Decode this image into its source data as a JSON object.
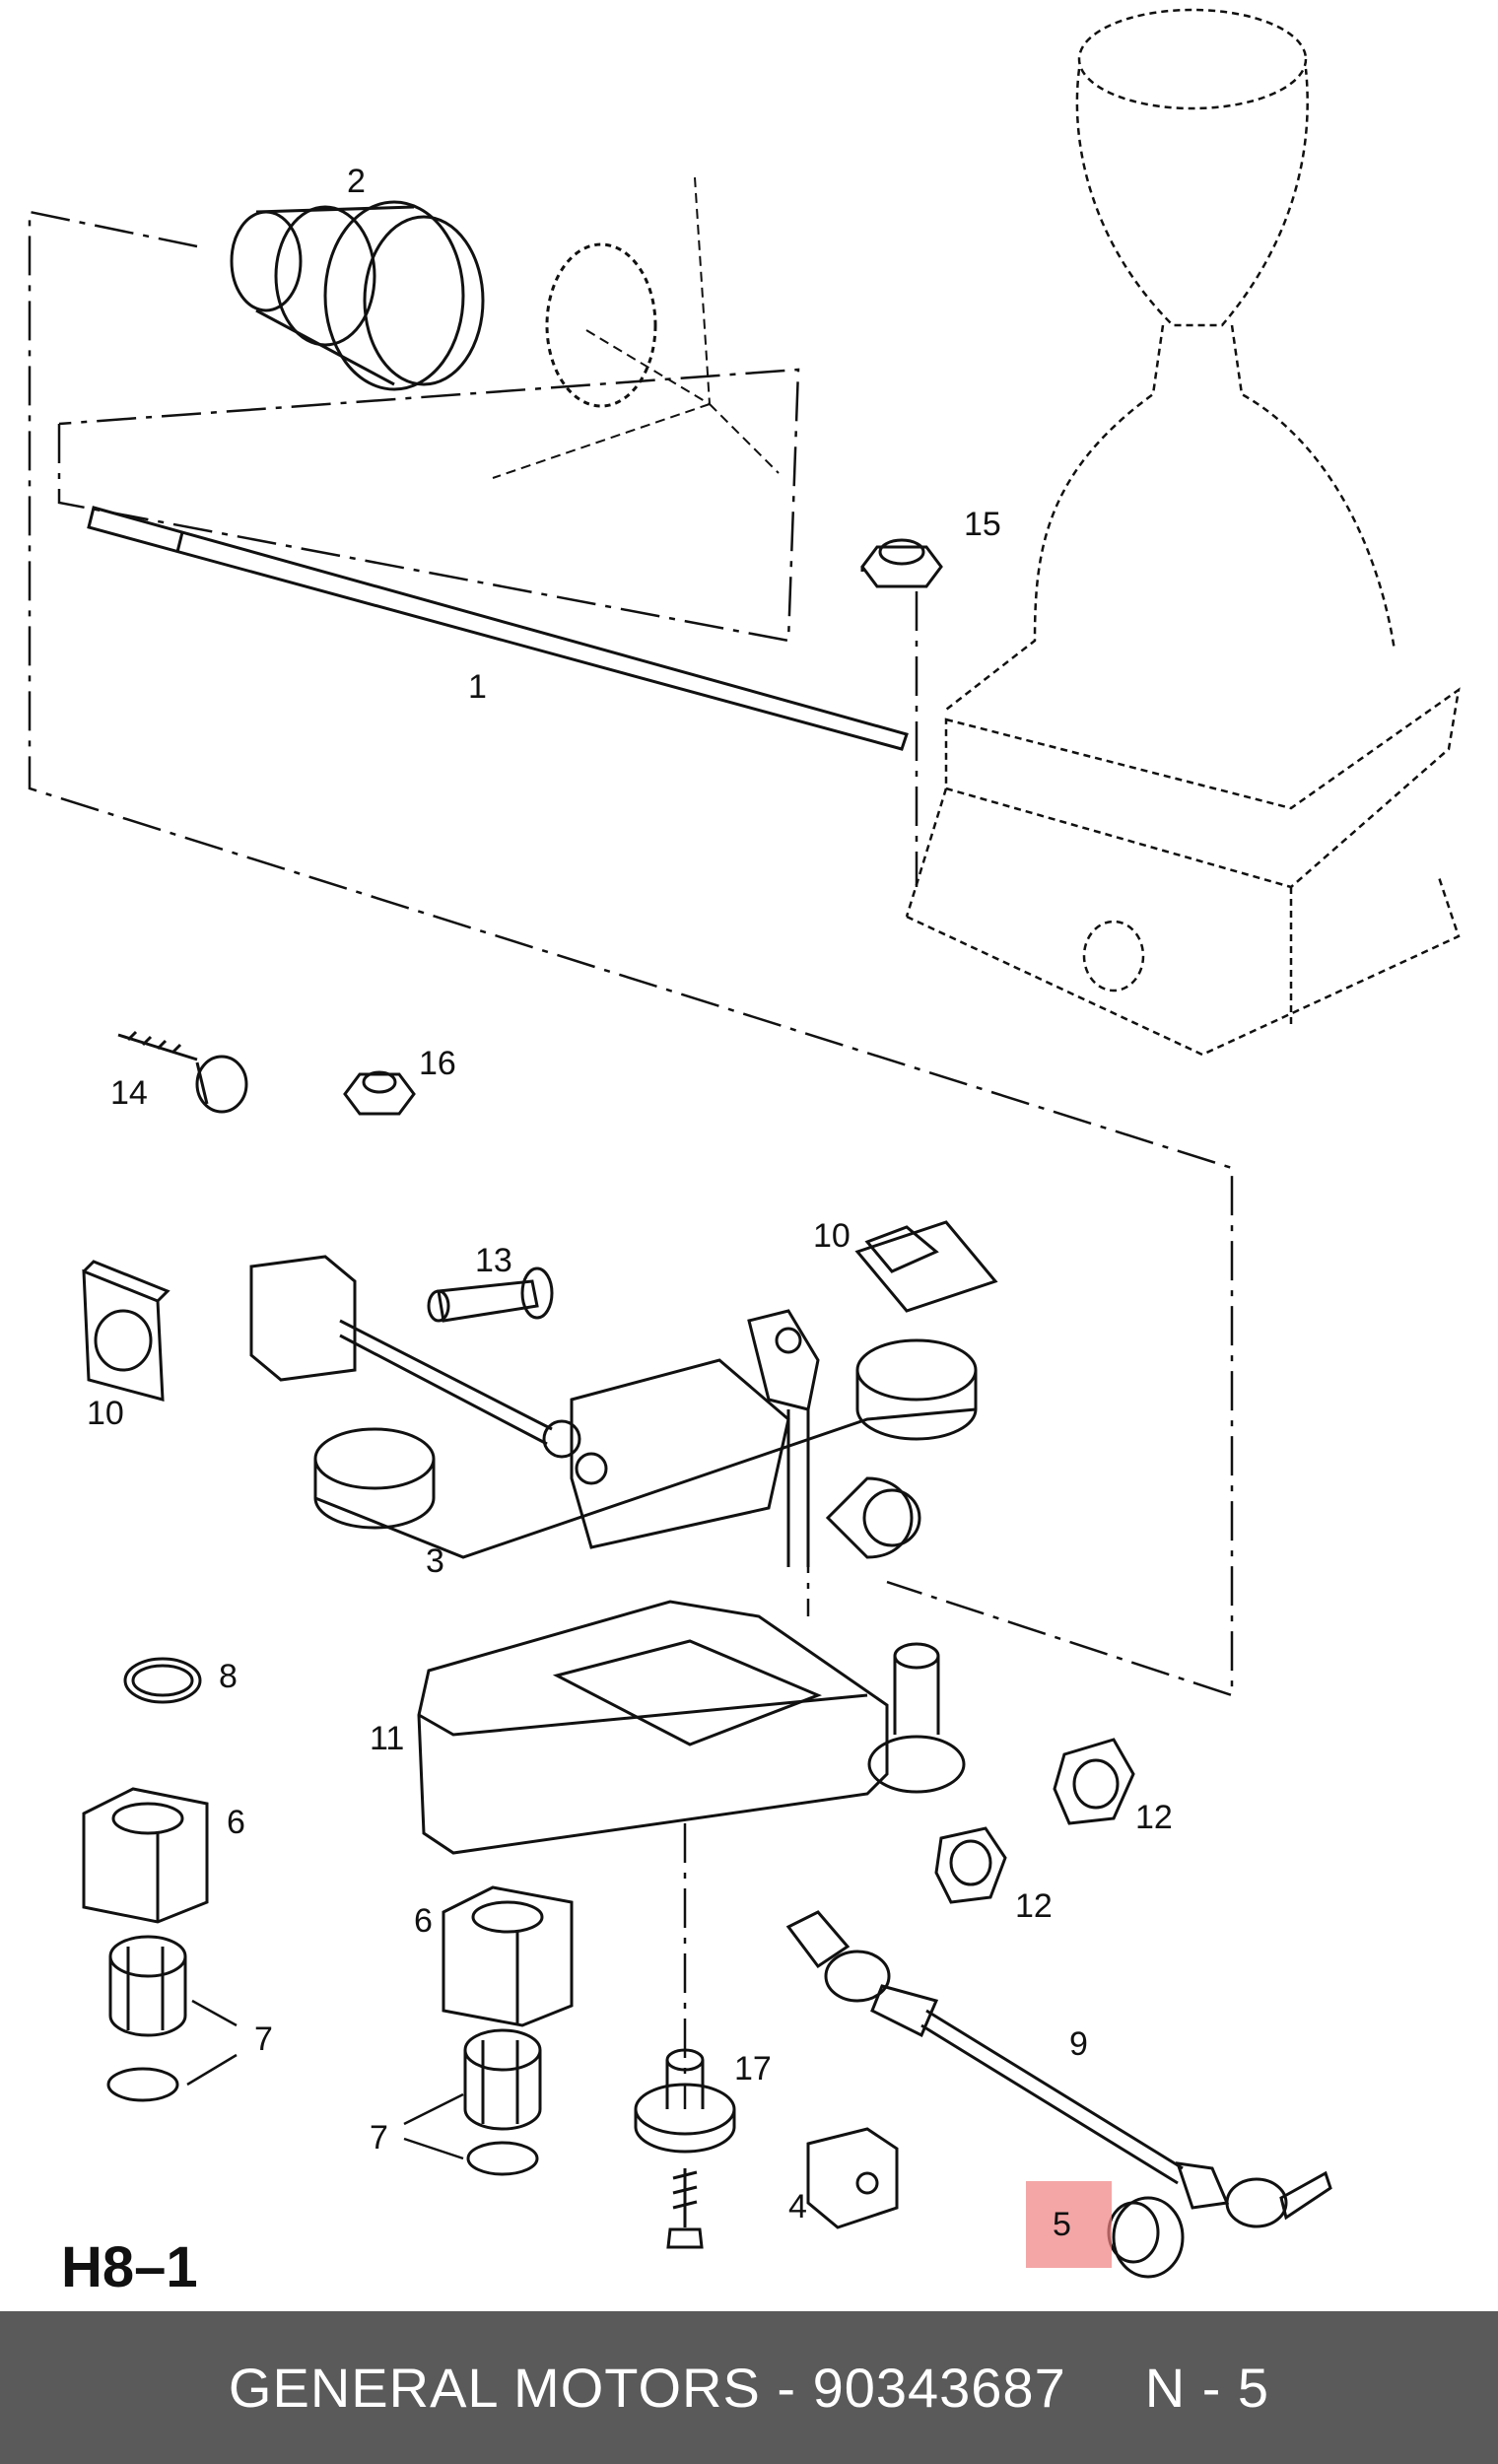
{
  "diagram": {
    "section": "H8–1",
    "callouts": {
      "c1": "1",
      "c2": "2",
      "c3": "3",
      "c4": "4",
      "c5": "5",
      "c6a": "6",
      "c6b": "6",
      "c7a": "7",
      "c7b": "7",
      "c8": "8",
      "c9": "9",
      "c10a": "10",
      "c10b": "10",
      "c11": "11",
      "c12a": "12",
      "c12b": "12",
      "c13": "13",
      "c14": "14",
      "c15": "15",
      "c16": "16",
      "c17": "17"
    },
    "highlight_color": "#f08080"
  },
  "footer": {
    "brand_part": "GENERAL MOTORS - 90343687",
    "position": "N - 5",
    "background": "#5a5a5a"
  }
}
